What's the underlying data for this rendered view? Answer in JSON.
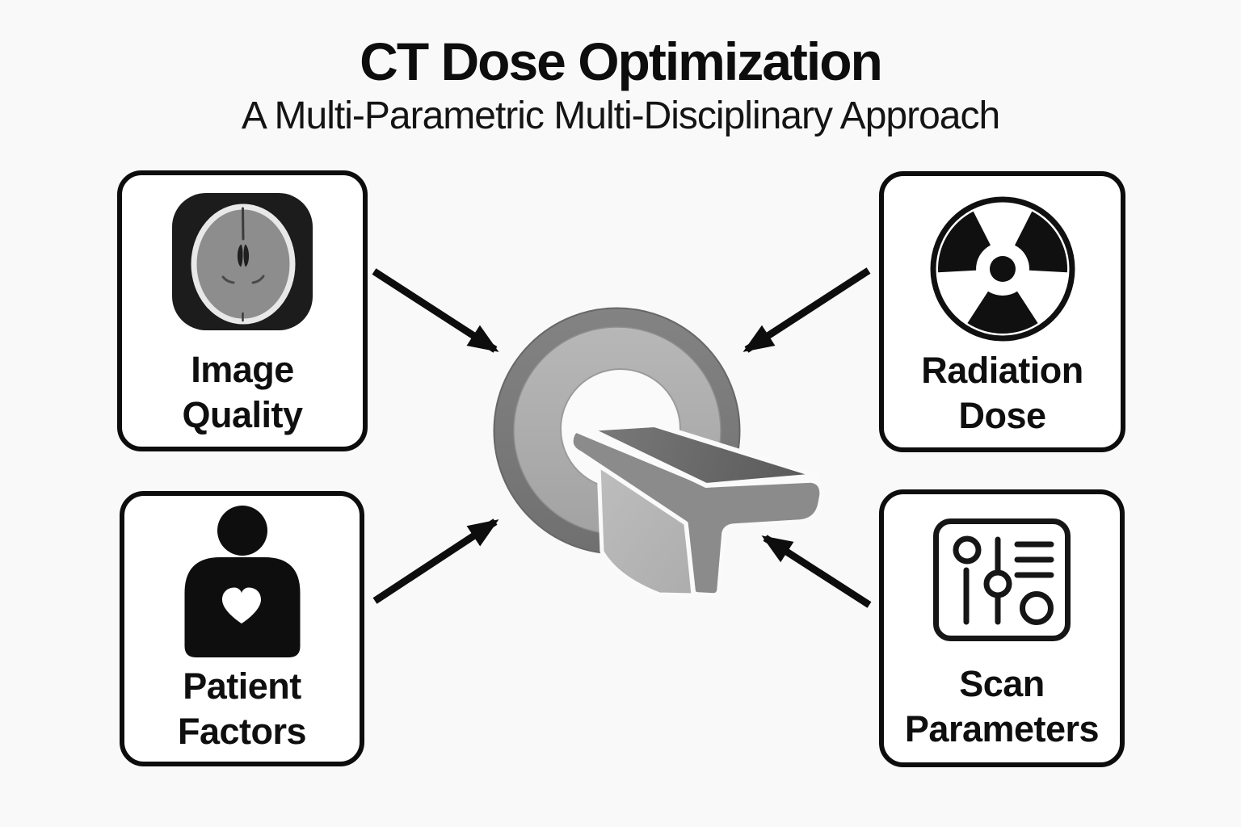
{
  "title": "CT Dose Optimization",
  "subtitle": "A Multi-Parametric Multi-Disciplinary Approach",
  "cards": [
    {
      "id": "image-quality",
      "label": "Image Quality",
      "icon": "brain-ct-icon"
    },
    {
      "id": "radiation-dose",
      "label": "Radiation Dose",
      "icon": "radiation-icon"
    },
    {
      "id": "patient-factors",
      "label": "Patient Factors",
      "icon": "patient-icon"
    },
    {
      "id": "scan-parameters",
      "label": "Scan Parameters",
      "icon": "sliders-icon"
    }
  ],
  "center_illustration": "ct-scanner-with-patient-table",
  "colors": {
    "background": "#f9f9f9",
    "card_background": "#ffffff",
    "outline_black": "#0d0d0d",
    "gantry_outer_gray": "#7a7a7a",
    "gantry_inner_gray": "#adadad",
    "table_top_gray": "#5e5e5e",
    "table_bar_gray": "#8b8b8b",
    "pedestal_gray": "#b7b7b7"
  }
}
